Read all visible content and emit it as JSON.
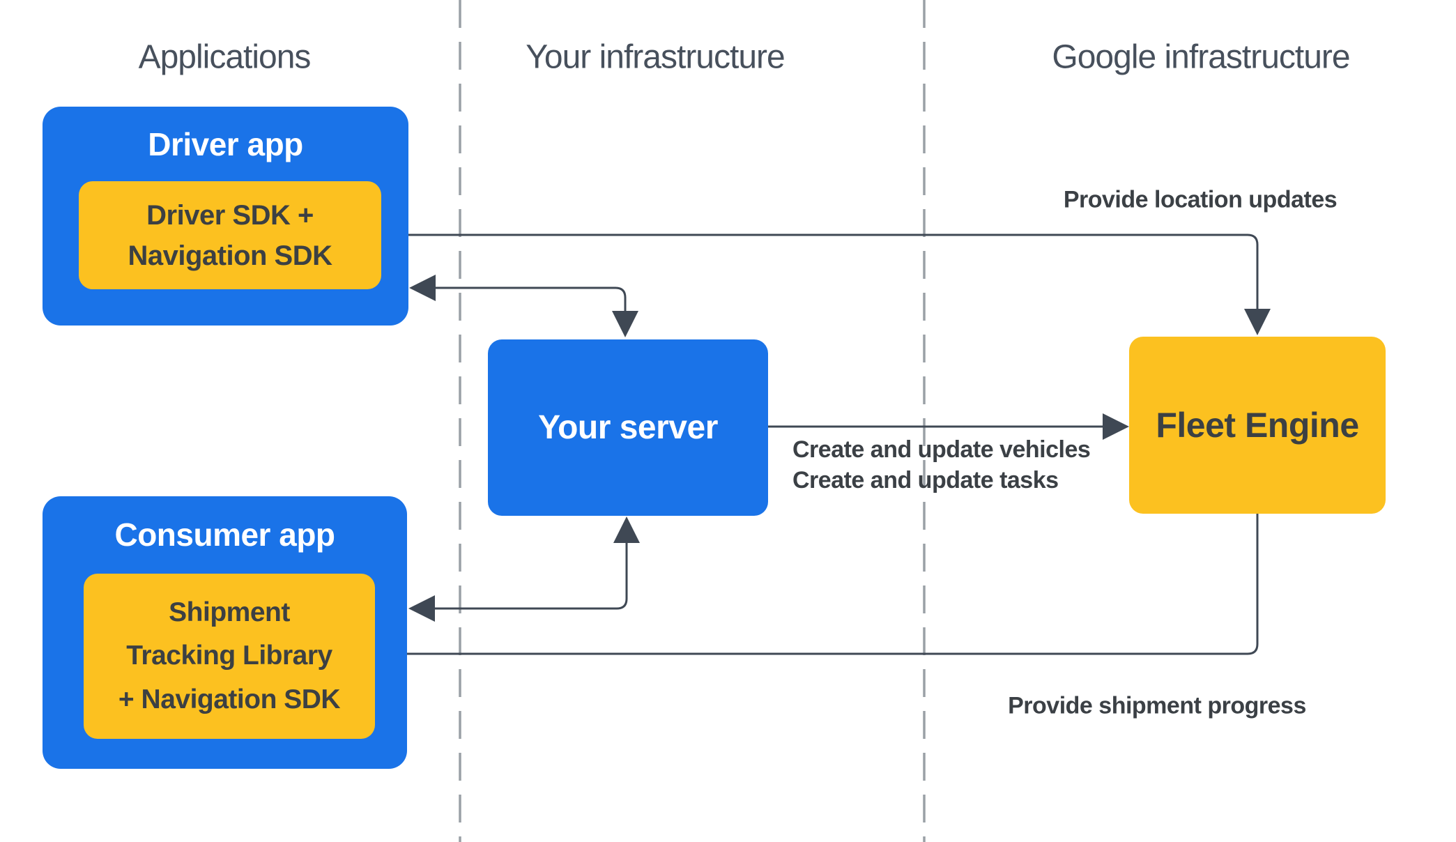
{
  "colors": {
    "blue": "#1a73e8",
    "yellow": "#fcc120",
    "arrow": "#3f4854",
    "dashed": "#9aa0a6",
    "header-text": "#47505c",
    "label-text": "#3b4045",
    "dark-text": "#3c4043",
    "white-text": "#ffffff",
    "bg": "#ffffff"
  },
  "headers": {
    "applications": "Applications",
    "your_infrastructure": "Your infrastructure",
    "google_infrastructure": "Google infrastructure"
  },
  "nodes": {
    "driver_app": {
      "title": "Driver app"
    },
    "driver_sdk": {
      "line1": "Driver SDK +",
      "line2": "Navigation SDK"
    },
    "consumer_app": {
      "title": "Consumer app"
    },
    "shipment_library": {
      "line1": "Shipment",
      "line2": "Tracking Library",
      "line3": "+ Navigation SDK"
    },
    "your_server": {
      "title": "Your server"
    },
    "fleet_engine": {
      "title": "Fleet Engine"
    }
  },
  "edge_labels": {
    "provide_location_updates": "Provide location updates",
    "create_update_vehicles": "Create and update vehicles",
    "create_update_tasks": "Create and update tasks",
    "provide_shipment_progress": "Provide shipment progress"
  }
}
